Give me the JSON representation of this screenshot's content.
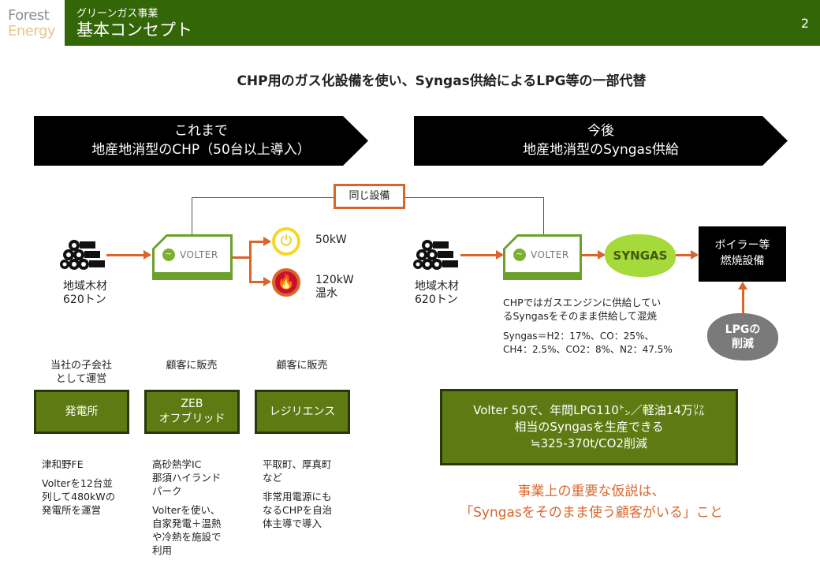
{
  "logo": {
    "line1": "Forest",
    "line2": "Energy"
  },
  "header": {
    "subtitle": "グリーンガス事業",
    "title": "基本コンセプト",
    "page": "2"
  },
  "heading": "CHP用のガス化設備を使い、Syngas供給によるLPG等の一部代替",
  "left_banner": {
    "line1": "これまで",
    "line2": "地産地消型のCHP（50台以上導入）"
  },
  "right_banner": {
    "line1": "今後",
    "line2": "地産地消型のSyngas供給"
  },
  "same_equipment": "同じ設備",
  "wood": {
    "line1": "地域木材",
    "line2": "620トン"
  },
  "volter_label": "VOLTER",
  "outputs": {
    "power": "50kW",
    "heat_line1": "120kW",
    "heat_line2": "温水"
  },
  "syngas_label": "SYNGAS",
  "boiler": {
    "line1": "ボイラー等",
    "line2": "燃焼設備"
  },
  "lpg": {
    "line1": "LPGの",
    "line2": "削減"
  },
  "chp_note": {
    "line1": "CHPではガスエンジンに供給してい",
    "line2": "るSyngasをそのまま供給して混焼"
  },
  "composition": {
    "line1": "Syngas＝H2：17%、CO：25%、",
    "line2": "CH4：2.5%、CO2：8%、N2：47.5%"
  },
  "segments": [
    {
      "caption1": "当社の子会社",
      "caption2": "として運営",
      "box1": "発電所",
      "box2": "",
      "notes": [
        "津和野FE",
        "Volterを12台並\n列して480kWの\n発電所を運営"
      ]
    },
    {
      "caption1": "顧客に販売",
      "caption2": "",
      "box1": "ZEB",
      "box2": "オフブリッド",
      "notes": [
        "高砂熱学IC\n那須ハイランド\nパーク",
        "Volterを使い、\n自家発電＋温熱\nや冷熱を施設で\n利用"
      ]
    },
    {
      "caption1": "顧客に販売",
      "caption2": "",
      "box1": "レジリエンス",
      "box2": "",
      "notes": [
        "平取町、厚真町\nなど",
        "非常用電源にも\nなるCHPを自治\n体主導で導入"
      ]
    }
  ],
  "summary": {
    "line1": "Volter 50で、年間LPG110㌧／軽油14万㍑",
    "line2": "相当のSyngasを生産できる",
    "line3": "≒325-370t/CO2削減"
  },
  "hypothesis": {
    "line1": "事業上の重要な仮説は、",
    "line2": "「Syngasをそのまま使う顧客がいる」こと"
  },
  "colors": {
    "header_green": "#336606",
    "box_green": "#5e7b13",
    "accent_orange": "#d9652b",
    "syngas_green": "#a6d93a",
    "lpg_gray": "#7a7a7a"
  }
}
